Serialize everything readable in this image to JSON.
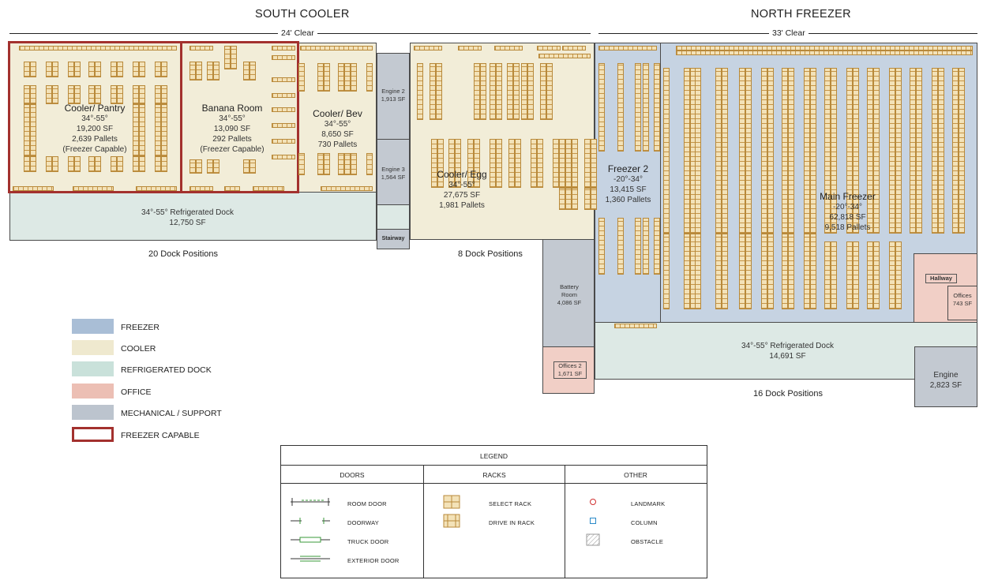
{
  "headers": {
    "south": "SOUTH COOLER",
    "north": "NORTH FREEZER",
    "south_clear": "24' Clear",
    "north_clear": "33' Clear"
  },
  "rooms": {
    "cooler_pantry": {
      "name": "Cooler/ Pantry",
      "temp": "34°-55°",
      "sf": "19,200 SF",
      "pallets": "2,639 Pallets",
      "note": "(Freezer Capable)"
    },
    "banana_room": {
      "name": "Banana Room",
      "temp": "34°-55°",
      "sf": "13,090 SF",
      "pallets": "292 Pallets",
      "note": "(Freezer Capable)"
    },
    "cooler_bev": {
      "name": "Cooler/ Bev",
      "temp": "34°-55°",
      "sf": "8,650 SF",
      "pallets": "730 Pallets"
    },
    "engine2": {
      "name": "Engine 2",
      "sf": "1,913 SF"
    },
    "engine3": {
      "name": "Engine 3",
      "sf": "1,564 SF"
    },
    "stairway": {
      "name": "Stairway"
    },
    "cooler_egg": {
      "name": "Cooler/ Egg",
      "temp": "34°-55°",
      "sf": "27,675 SF",
      "pallets": "1,981 Pallets"
    },
    "south_dock": {
      "name": "34°-55° Refrigerated Dock",
      "sf": "12,750 SF"
    },
    "freezer2": {
      "name": "Freezer 2",
      "temp": "-20°-34°",
      "sf": "13,415 SF",
      "pallets": "1,360 Pallets"
    },
    "main_freezer": {
      "name": "Main Freezer",
      "temp": "-20°-34°",
      "sf": "62,818 SF",
      "pallets": "9,518 Pallets"
    },
    "battery": {
      "name": "Battery Room",
      "sf": "4,086 SF"
    },
    "offices2": {
      "name": "Offices 2",
      "sf": "1,671 SF"
    },
    "hallway": {
      "name": "Hallway"
    },
    "offices": {
      "name": "Offices",
      "sf": "743 SF"
    },
    "north_dock": {
      "name": "34°-55° Refrigerated Dock",
      "sf": "14,691 SF"
    },
    "engine": {
      "name": "Engine",
      "sf": "2,823 SF"
    }
  },
  "dock_positions": {
    "south_left": "20 Dock Positions",
    "south_mid": "8 Dock Positions",
    "north": "16 Dock Positions"
  },
  "key": [
    {
      "label": "FREEZER",
      "color": "#a9bed6"
    },
    {
      "label": "COOLER",
      "color": "#efe9cf"
    },
    {
      "label": "REFRIGERATED DOCK",
      "color": "#c9e1da"
    },
    {
      "label": "OFFICE",
      "color": "#ecbfb4"
    },
    {
      "label": "MECHANICAL / SUPPORT",
      "color": "#bcc4ce"
    },
    {
      "label": "FREEZER CAPABLE",
      "color": "#a3312e"
    }
  ],
  "legend": {
    "title": "LEGEND",
    "doors": {
      "title": "DOORS",
      "items": [
        "ROOM DOOR",
        "DOORWAY",
        "TRUCK DOOR",
        "EXTERIOR DOOR"
      ]
    },
    "racks": {
      "title": "RACKS",
      "items": [
        "SELECT RACK",
        "DRIVE IN RACK"
      ]
    },
    "other": {
      "title": "OTHER",
      "items": [
        "LANDMARK",
        "COLUMN",
        "OBSTACLE"
      ]
    }
  }
}
